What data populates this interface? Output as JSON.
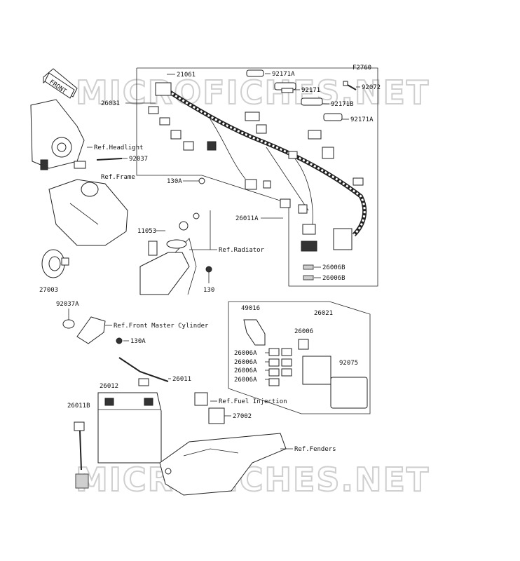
{
  "figure_code": "F2760",
  "watermarks": [
    "MICROFICHES.NET",
    "MICROFICHES.NET"
  ],
  "front_arrow": "FRONT",
  "labels": {
    "p21061": "21061",
    "p26031": "26031",
    "p92171A_1": "92171A",
    "p92171": "92171",
    "p92072": "92072",
    "p92171B": "92171B",
    "p92171A_2": "92171A",
    "refHeadlight": "Ref.Headlight",
    "p92037": "92037",
    "refFrame": "Ref.Frame",
    "p130A_1": "130A",
    "p26011A": "26011A",
    "p11053": "11053",
    "refRadiator": "Ref.Radiator",
    "p26006B_1": "26006B",
    "p26006B_2": "26006B",
    "p27003": "27003",
    "p130": "130",
    "p92037A": "92037A",
    "refFrontMaster": "Ref.Front Master Cylinder",
    "p49016": "49016",
    "p26021": "26021",
    "p26006": "26006",
    "p130A_2": "130A",
    "p26006A_1": "26006A",
    "p26006A_2": "26006A",
    "p26006A_3": "26006A",
    "p26006A_4": "26006A",
    "p92075": "92075",
    "p26011": "26011",
    "p26012": "26012",
    "p26011B": "26011B",
    "refFuelInjection": "Ref.Fuel Injection",
    "p27002": "27002",
    "refFenders": "Ref.Fenders"
  }
}
